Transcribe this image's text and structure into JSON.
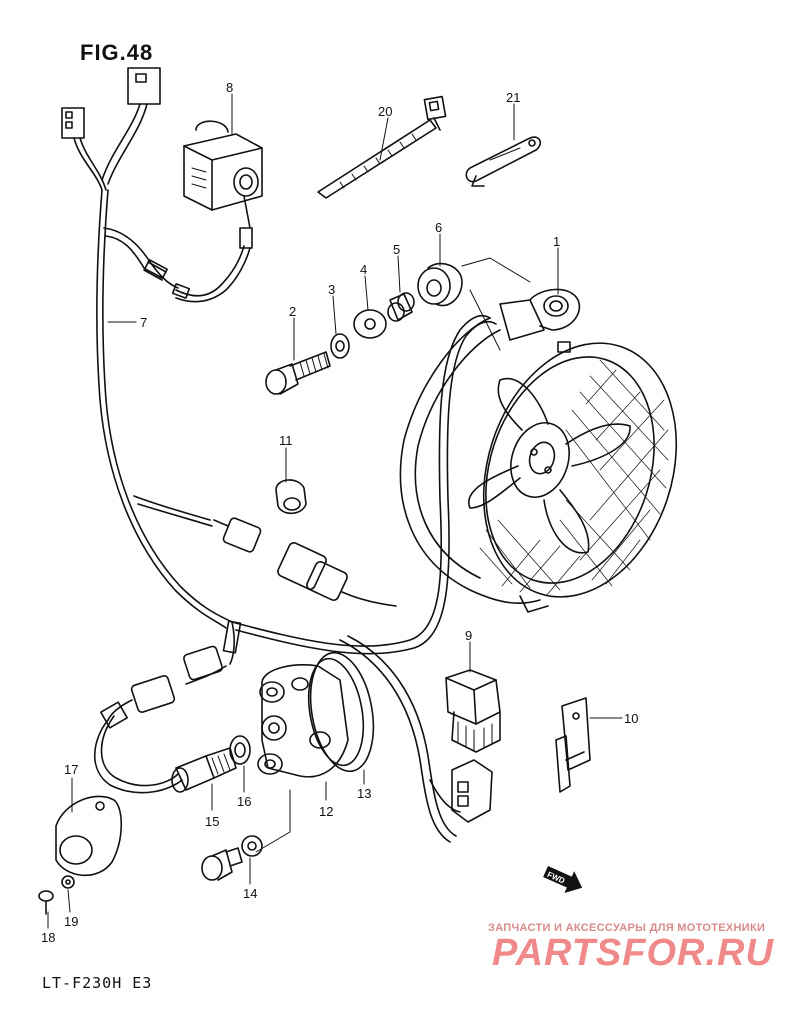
{
  "figure_title": "FIG.48",
  "model_code": "LT-F230H E3",
  "watermark": {
    "caption": "ЗАПЧАСТИ И АКСЕССУАРЫ ДЛЯ МОТОТЕХНИКИ",
    "logo_text": "PARTSFOR.RU"
  },
  "fwd_arrow_label": "FWD",
  "callouts": [
    "1",
    "2",
    "3",
    "4",
    "5",
    "6",
    "7",
    "8",
    "9",
    "10",
    "11",
    "12",
    "13",
    "14",
    "15",
    "16",
    "17",
    "18",
    "19",
    "20",
    "21"
  ],
  "colors": {
    "ink": "#111111",
    "watermark": "#f08a8a"
  }
}
